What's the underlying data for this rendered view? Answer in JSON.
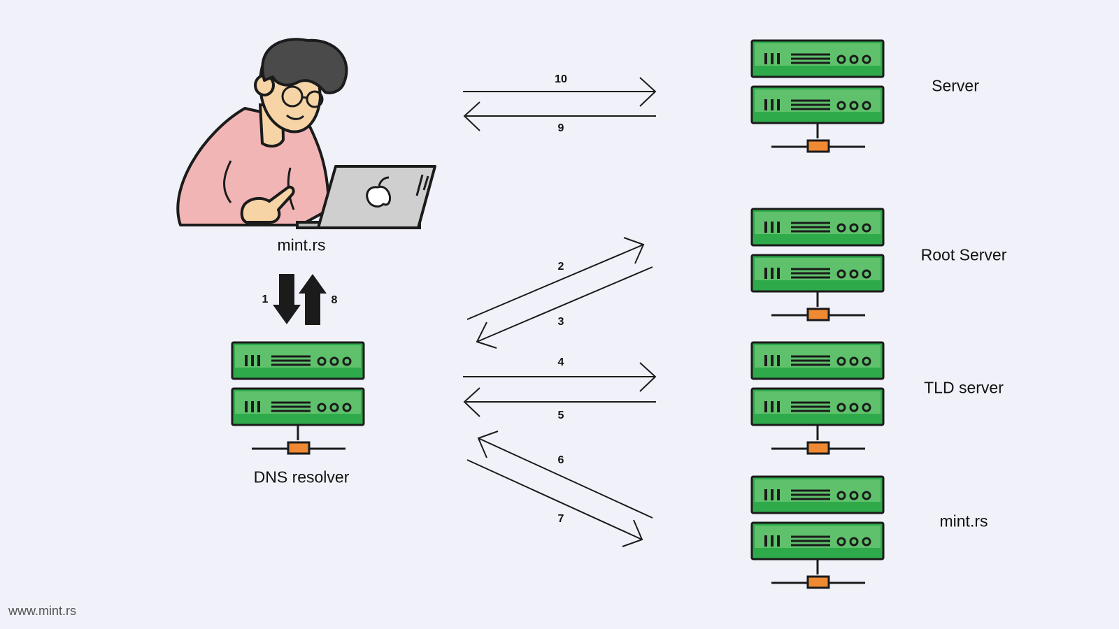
{
  "nodes": {
    "client_label": "mint.rs",
    "resolver_label": "DNS resolver",
    "server_label": "Server",
    "root_label": "Root Server",
    "tld_label": "TLD server",
    "auth_label": "mint.rs"
  },
  "steps": {
    "s1": "1",
    "s2": "2",
    "s3": "3",
    "s4": "4",
    "s5": "5",
    "s6": "6",
    "s7": "7",
    "s8": "8",
    "s9": "9",
    "s10": "10"
  },
  "footer": {
    "url": "www.mint.rs"
  },
  "colors": {
    "background": "#f1f2f9",
    "server_green": "#2eaa4a",
    "server_green_light": "#5fc16c",
    "connector_orange": "#f08a32",
    "shirt_pink": "#f2b5b5",
    "skin": "#f6d4a6",
    "hair": "#4a4a4a",
    "laptop_gray": "#cfcfcf",
    "outline": "#1b1b1b"
  },
  "icons": {
    "person": "person-with-laptop-icon",
    "server": "server-rack-icon"
  }
}
